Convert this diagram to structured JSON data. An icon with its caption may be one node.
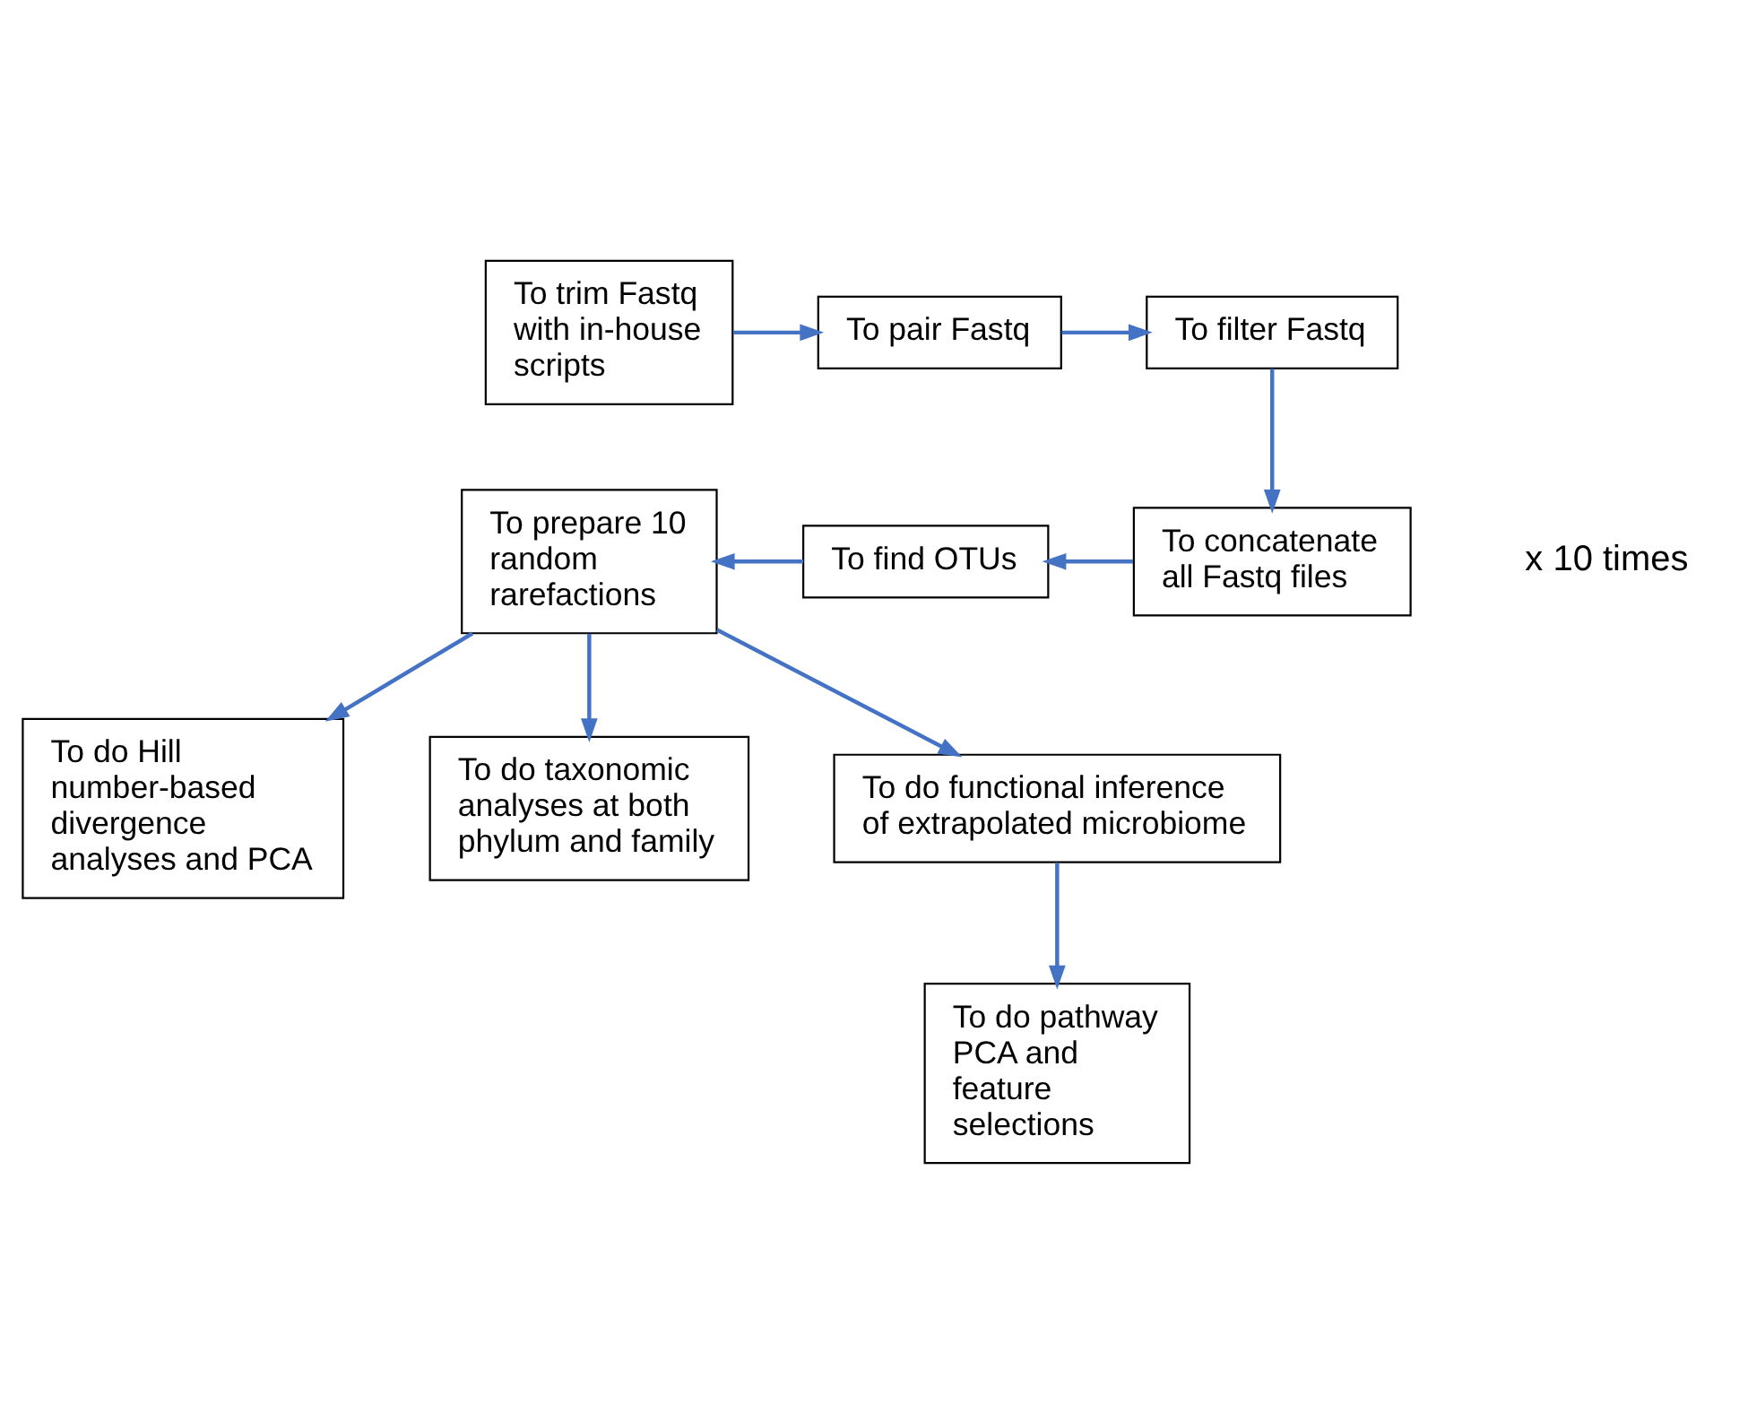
{
  "diagram": {
    "nodes": [
      {
        "text": [
          "To trim Fastq with in-house scripts"
        ]
      },
      {
        "text": [
          "To pair Fastq"
        ]
      },
      {
        "text": [
          "To filter Fastq"
        ]
      },
      {
        "text": [
          "To prepare 10 random rarefactions"
        ]
      },
      {
        "text": [
          "To find OTUs"
        ]
      },
      {
        "text": [
          "To concatenate all Fastq files"
        ]
      },
      {
        "text": [
          "To do Hill number-based divergence analyses and PCA"
        ]
      },
      {
        "text": [
          "To do taxonomic analyses at both phylum and family"
        ]
      },
      {
        "text": [
          "To do functional inference of extrapolated microbiome"
        ]
      },
      {
        "text": [
          "To do pathway PCA and feature selections"
        ]
      }
    ],
    "edges": [
      {
        "from": 0,
        "to": 1,
        "arrow": "to"
      },
      {
        "from": 1,
        "to": 2,
        "arrow": "to"
      },
      {
        "from": 2,
        "to": 5,
        "arrow": "to"
      },
      {
        "from": 5,
        "to": 4,
        "arrow": "to"
      },
      {
        "from": 4,
        "to": 3,
        "arrow": "to"
      },
      {
        "from": 3,
        "to": 6,
        "arrow": "to"
      },
      {
        "from": 3,
        "to": 7,
        "arrow": "to"
      },
      {
        "from": 3,
        "to": 8,
        "arrow": "to"
      },
      {
        "from": 8,
        "to": 9,
        "arrow": "to"
      }
    ],
    "labels": [
      "x 10 times"
    ]
  }
}
